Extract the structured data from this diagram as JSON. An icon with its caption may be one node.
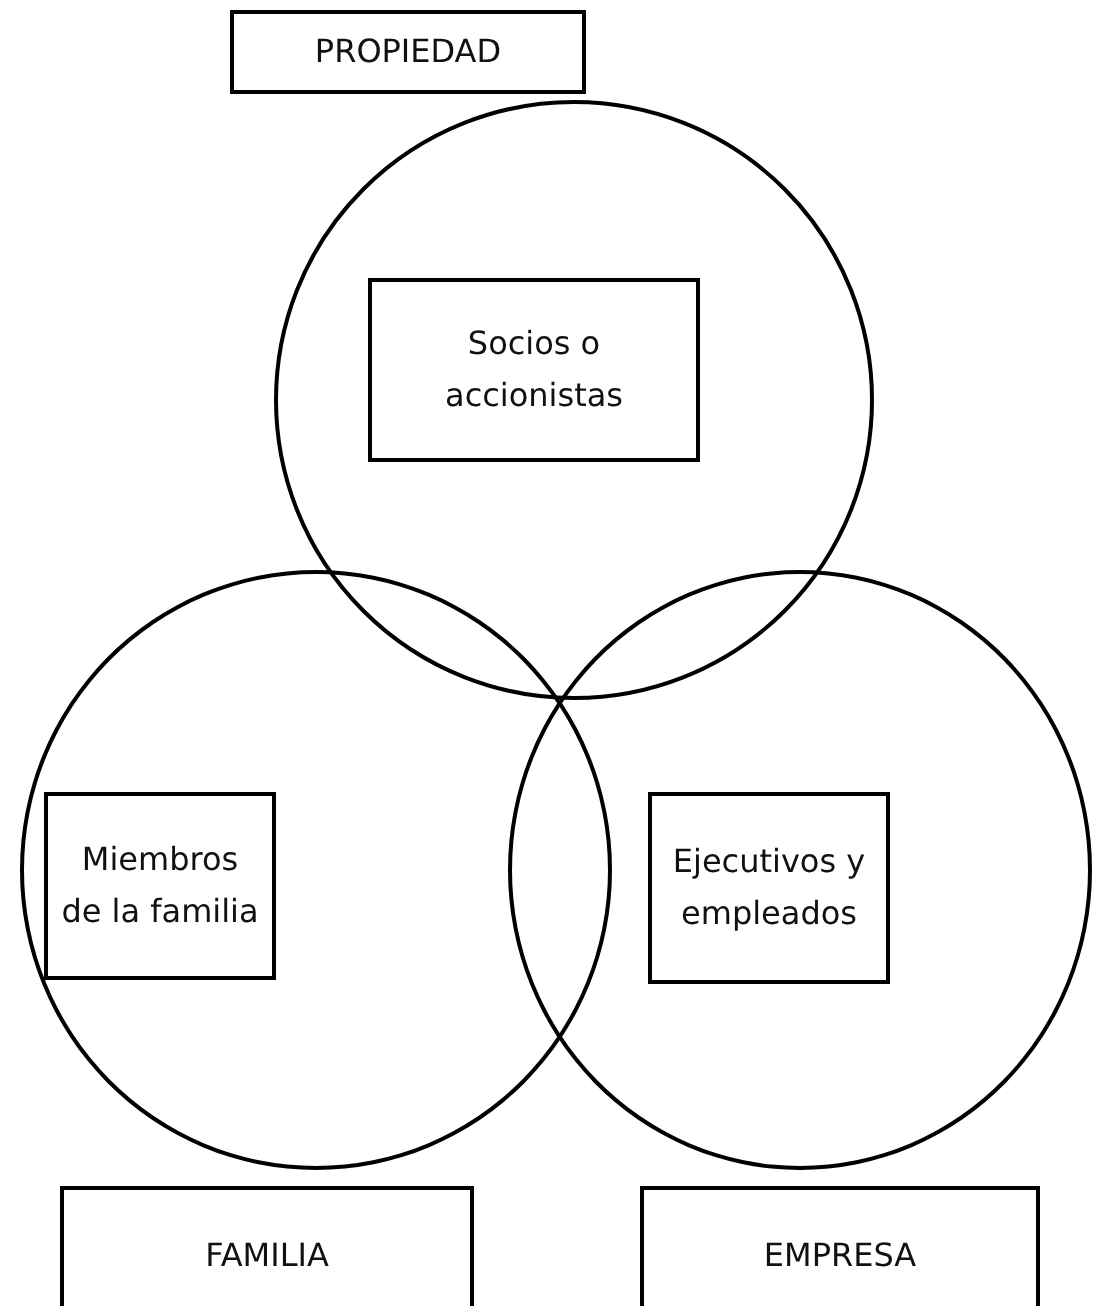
{
  "diagram": {
    "nodes": [
      {
        "text": [
          "PROPIEDAD"
        ]
      },
      {
        "text": [],
        "shape": "circle"
      },
      {
        "text": [
          "Socios o accionistas"
        ],
        "in": 1
      },
      {
        "text": [],
        "shape": "circle"
      },
      {
        "text": [],
        "shape": "circle"
      },
      {
        "text": [
          "Miembros de la familia"
        ],
        "in": 3
      },
      {
        "text": [
          "Ejecutivos y empleados"
        ],
        "in": 4
      },
      {
        "text": [
          "FAMILIA"
        ]
      },
      {
        "text": [
          "EMPRESA"
        ]
      }
    ],
    "edges": []
  }
}
